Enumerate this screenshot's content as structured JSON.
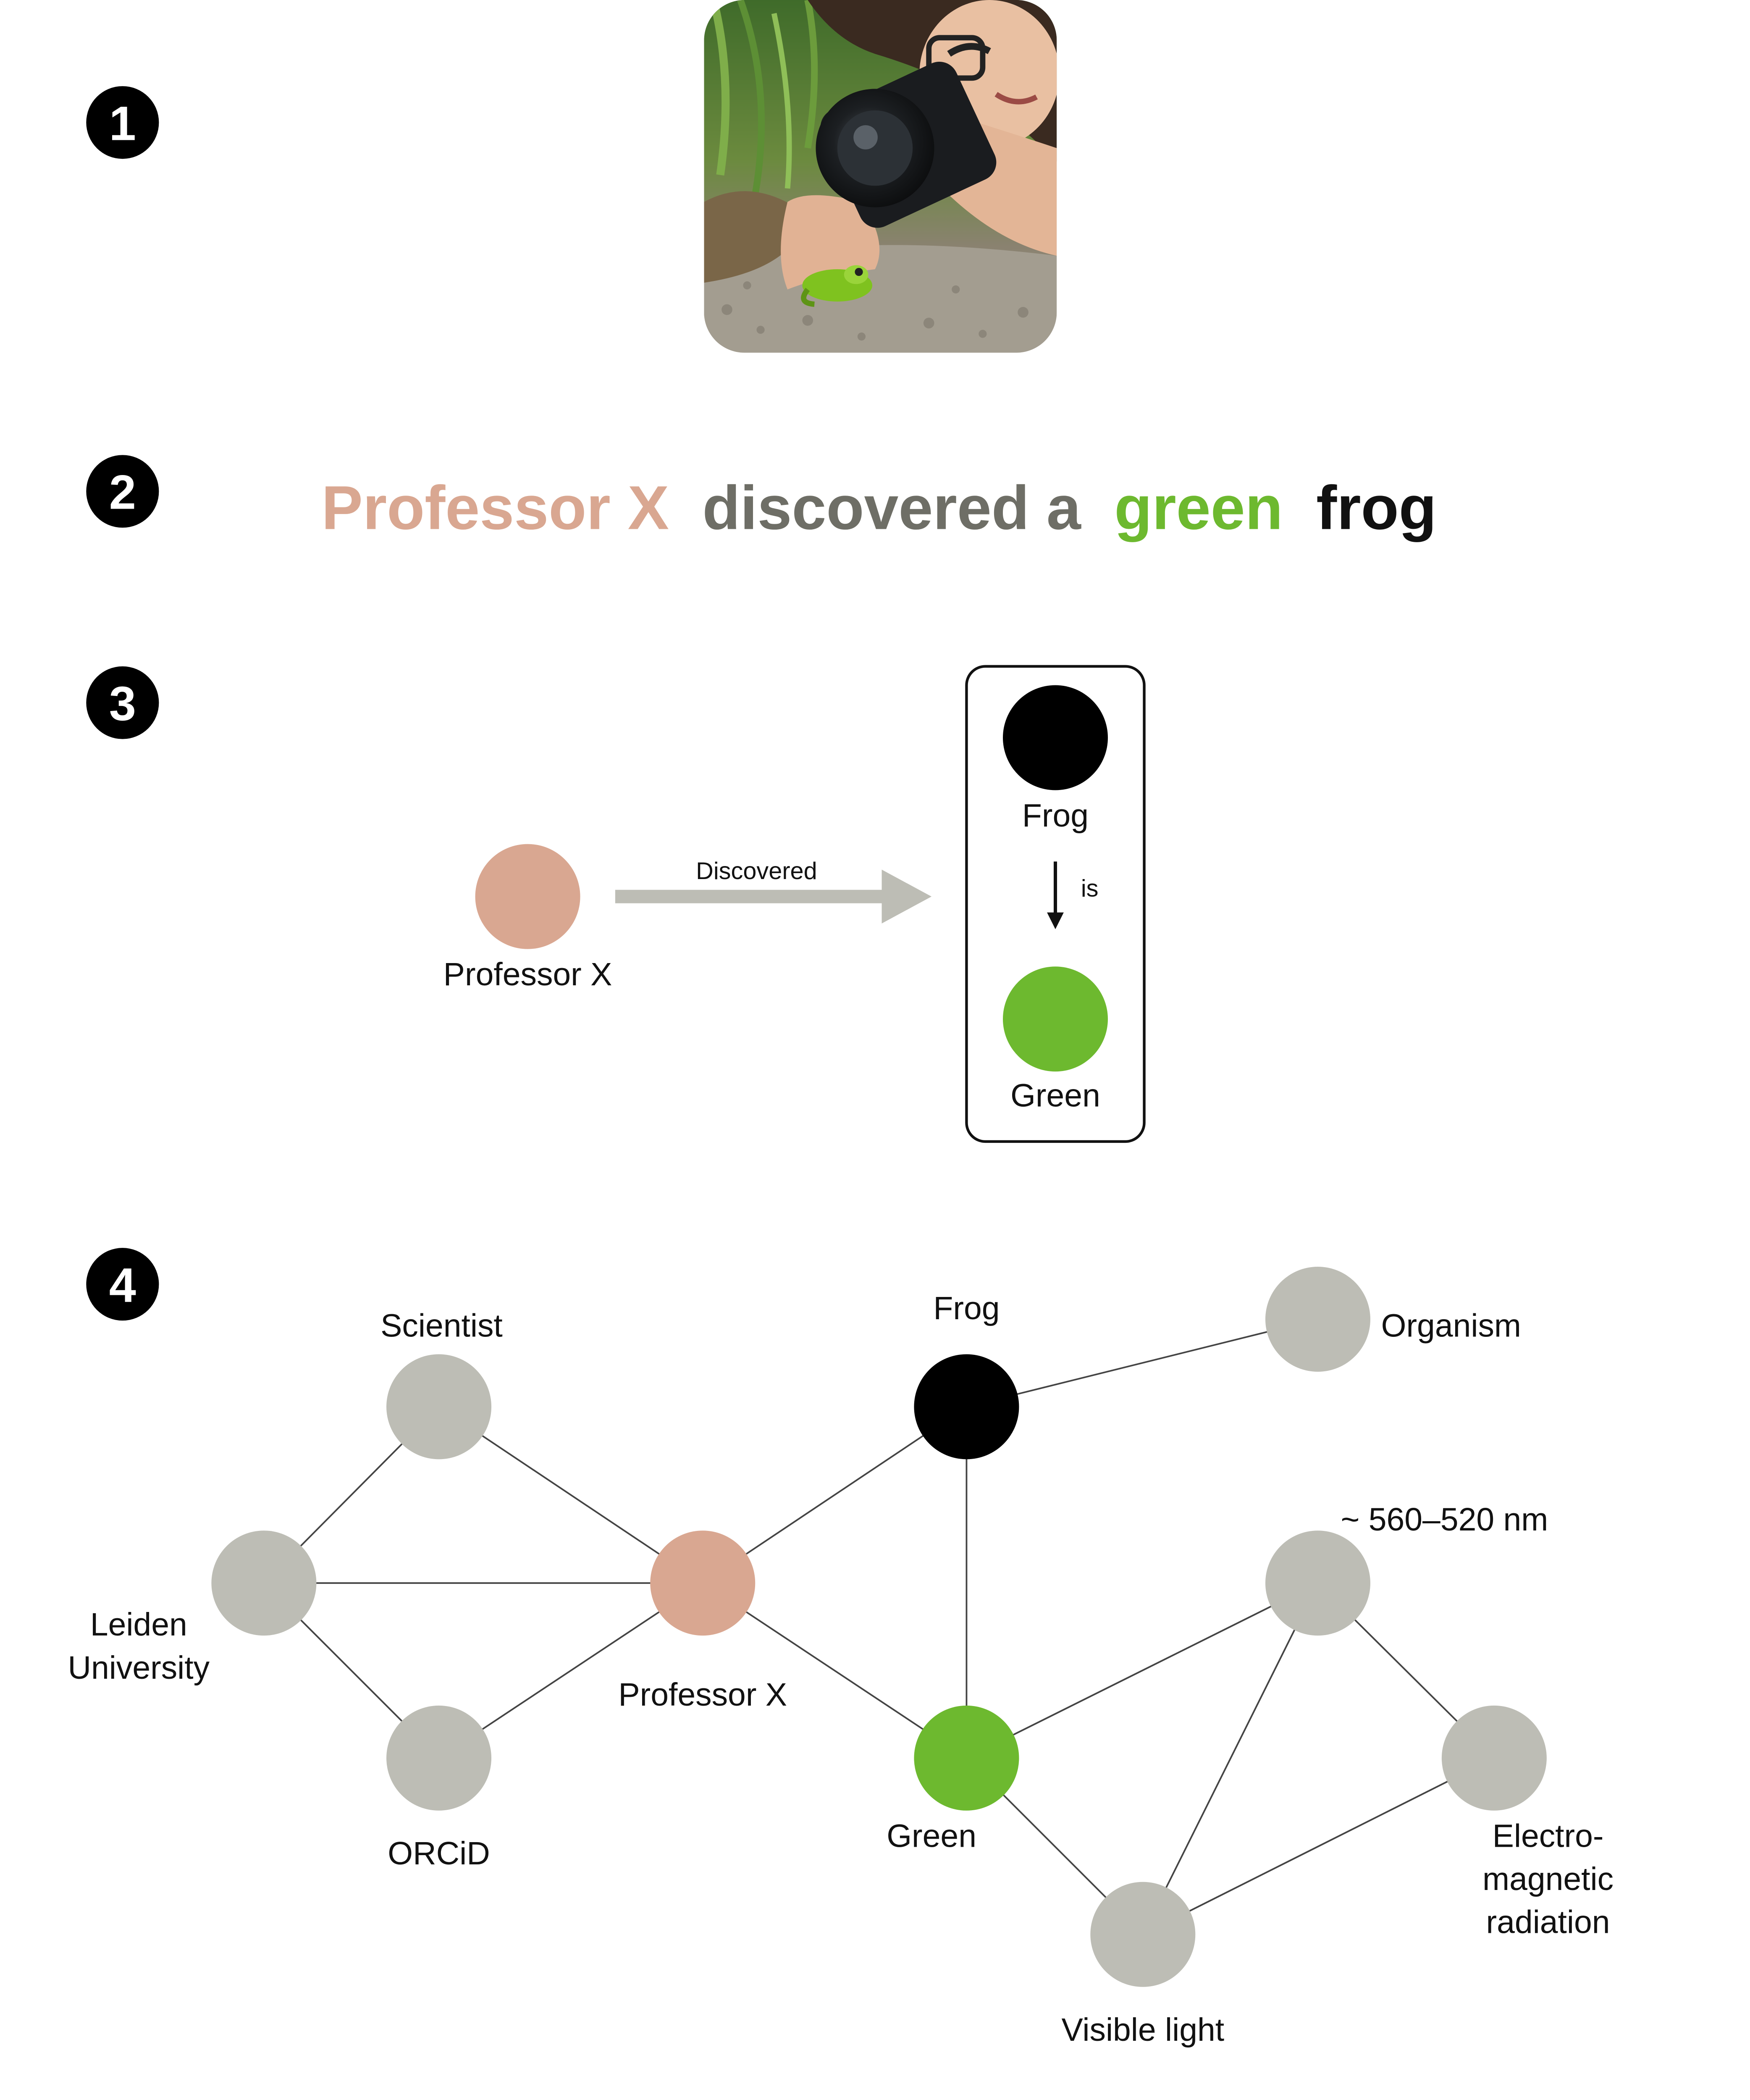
{
  "steps": [
    "1",
    "2",
    "3",
    "4"
  ],
  "photo": {
    "subject": "person photographing a green frog with a camera"
  },
  "sentence": {
    "parts": [
      {
        "text": "Professor X",
        "color": "#d9a791"
      },
      {
        "text": "discovered a",
        "color": "#6e6e66"
      },
      {
        "text": "green",
        "color": "#6db92f"
      },
      {
        "text": "frog",
        "color": "#111111"
      }
    ]
  },
  "triple": {
    "subject": {
      "label": "Professor X",
      "color": "#d9a791"
    },
    "predicate": "Discovered",
    "object_box": {
      "top": {
        "label": "Frog",
        "color": "#000000"
      },
      "relation": "is",
      "bottom": {
        "label": "Green",
        "color": "#6db92f"
      }
    },
    "arrow_color": "#bdbdb5"
  },
  "graph": {
    "nodes": [
      {
        "id": "scientist",
        "label": "Scientist",
        "color": "#bdbdb5"
      },
      {
        "id": "leiden",
        "label_lines": [
          "Leiden",
          "University"
        ],
        "color": "#bdbdb5"
      },
      {
        "id": "orcid",
        "label": "ORCiD",
        "color": "#bdbdb5"
      },
      {
        "id": "profx",
        "label": "Professor X",
        "color": "#d9a791"
      },
      {
        "id": "frog",
        "label": "Frog",
        "color": "#000000"
      },
      {
        "id": "green",
        "label": "Green",
        "color": "#6db92f"
      },
      {
        "id": "organism",
        "label": "Organism",
        "color": "#bdbdb5"
      },
      {
        "id": "wavelength",
        "label": "~ 560–520 nm",
        "color": "#bdbdb5"
      },
      {
        "id": "emr",
        "label_lines": [
          "Electro-",
          "magnetic",
          "radiation"
        ],
        "color": "#bdbdb5"
      },
      {
        "id": "visible",
        "label": "Visible light",
        "color": "#bdbdb5"
      }
    ],
    "edges": [
      [
        "scientist",
        "leiden"
      ],
      [
        "scientist",
        "profx"
      ],
      [
        "leiden",
        "profx"
      ],
      [
        "leiden",
        "orcid"
      ],
      [
        "orcid",
        "profx"
      ],
      [
        "profx",
        "frog"
      ],
      [
        "profx",
        "green"
      ],
      [
        "frog",
        "green"
      ],
      [
        "frog",
        "organism"
      ],
      [
        "green",
        "wavelength"
      ],
      [
        "green",
        "visible"
      ],
      [
        "wavelength",
        "visible"
      ],
      [
        "wavelength",
        "emr"
      ],
      [
        "emr",
        "visible"
      ]
    ]
  }
}
